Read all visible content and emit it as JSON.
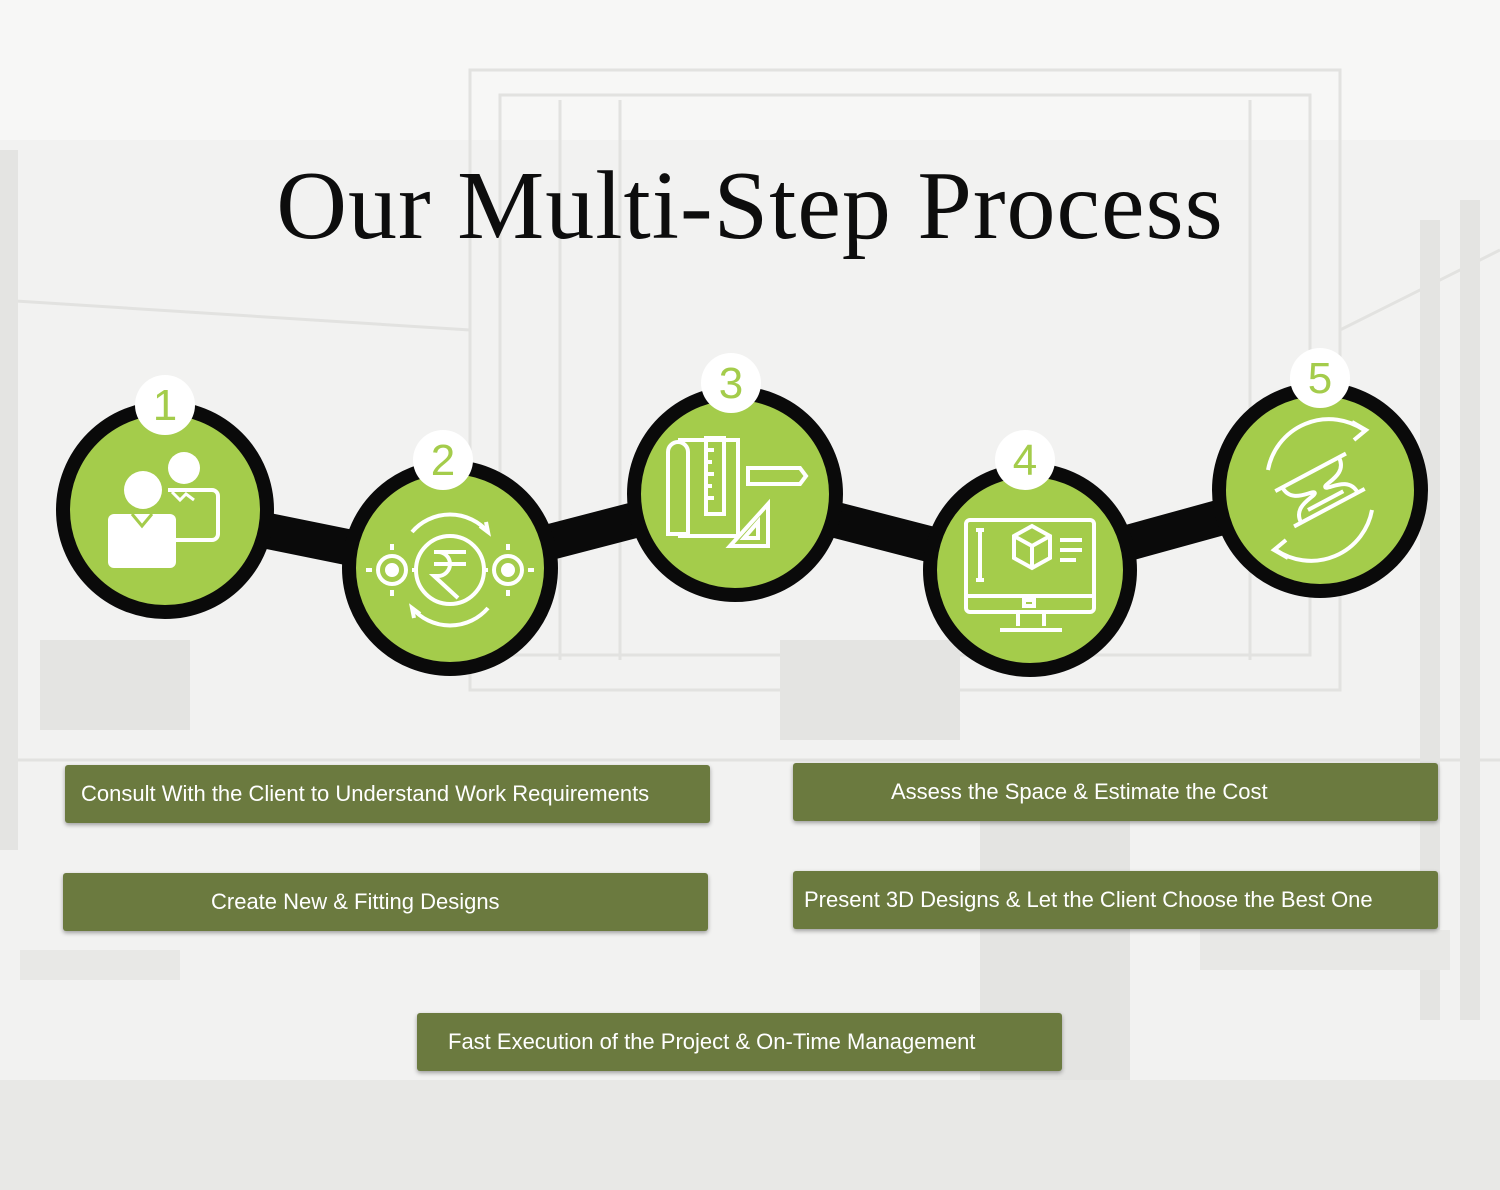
{
  "title": "Our Multi-Step Process",
  "colors": {
    "circle_fill": "#a4cc4b",
    "circle_ring": "#0a0a0a",
    "connector": "#0a0a0a",
    "icon_stroke": "#ffffff",
    "label_fill": "#6b7a3f",
    "label_text": "#ffffff"
  },
  "steps": [
    {
      "number": "1",
      "icon": "consultation-people-icon"
    },
    {
      "number": "2",
      "icon": "rupee-gears-icon"
    },
    {
      "number": "3",
      "icon": "blueprint-ruler-icon"
    },
    {
      "number": "4",
      "icon": "3d-monitor-icon"
    },
    {
      "number": "5",
      "icon": "hourglass-cycle-icon"
    }
  ],
  "labels": [
    "Consult With the Client to Understand Work Requirements",
    "Assess the Space & Estimate the Cost",
    "Create New & Fitting Designs",
    "Present 3D Designs & Let the Client Choose the Best One",
    "Fast Execution of the Project & On-Time Management"
  ]
}
